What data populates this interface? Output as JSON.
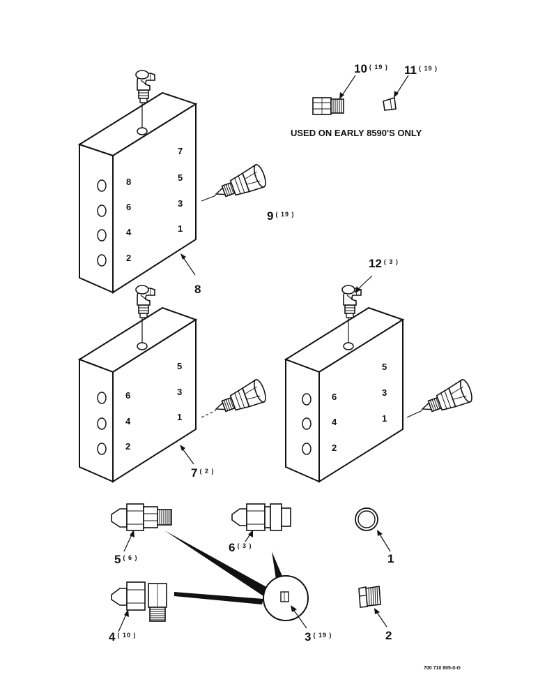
{
  "note": "USED ON EARLY 8590'S ONLY",
  "drawing_code": "700 710 805-0-G",
  "callouts": [
    {
      "id": "c1",
      "num": "1",
      "qty": ""
    },
    {
      "id": "c2",
      "num": "2",
      "qty": ""
    },
    {
      "id": "c3",
      "num": "3",
      "qty": "( 19 )"
    },
    {
      "id": "c4",
      "num": "4",
      "qty": "( 10 )"
    },
    {
      "id": "c5",
      "num": "5",
      "qty": "( 6 )"
    },
    {
      "id": "c6",
      "num": "6",
      "qty": "( 3 )"
    },
    {
      "id": "c7",
      "num": "7",
      "qty": "( 2 )"
    },
    {
      "id": "c8",
      "num": "8",
      "qty": ""
    },
    {
      "id": "c9",
      "num": "9",
      "qty": "( 19 )"
    },
    {
      "id": "c10",
      "num": "10",
      "qty": "( 19 )"
    },
    {
      "id": "c11",
      "num": "11",
      "qty": "( 19 )"
    },
    {
      "id": "c12",
      "num": "12",
      "qty": "( 3 )"
    }
  ],
  "blocks": {
    "block8": {
      "left_ports": [
        "8",
        "6",
        "4",
        "2"
      ],
      "right_ports": [
        "7",
        "5",
        "3",
        "1"
      ]
    },
    "block7": {
      "left_ports": [
        "6",
        "4",
        "2"
      ],
      "right_ports": [
        "5",
        "3",
        "1"
      ]
    },
    "block12": {
      "left_ports": [
        "6",
        "4",
        "2"
      ],
      "right_ports": [
        "5",
        "3",
        "1"
      ]
    }
  }
}
